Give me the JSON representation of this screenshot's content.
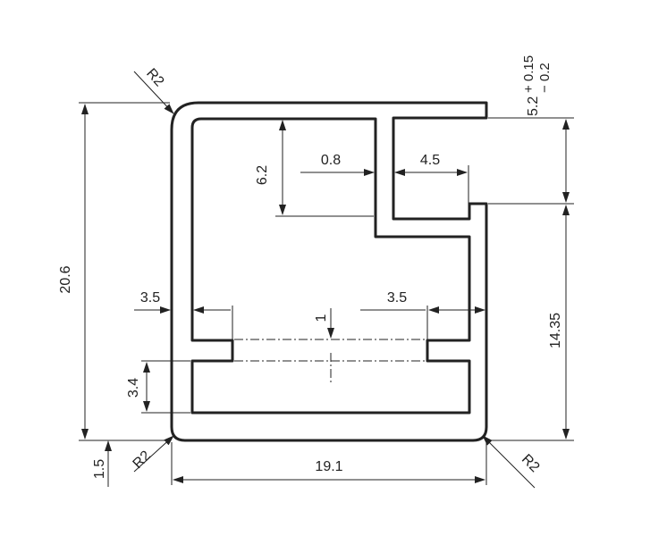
{
  "dimensions": {
    "overall_width": "19.1",
    "overall_height": "20.6",
    "right_lower_height": "14.35",
    "top_slot_height": "5.2",
    "top_slot_tol_plus": "+ 0.15",
    "top_slot_tol_minus": "− 0.2",
    "top_slot_width": "4.5",
    "wall_thickness": "0.8",
    "inner_step_height": "6.2",
    "left_groove_depth": "3.5",
    "right_groove_depth": "3.5",
    "groove_height": "3.4",
    "groove_gap": "1",
    "base_offset": "1.5",
    "radius_top_left": "R2",
    "radius_bottom_left": "R2",
    "radius_bottom_right": "R2"
  }
}
